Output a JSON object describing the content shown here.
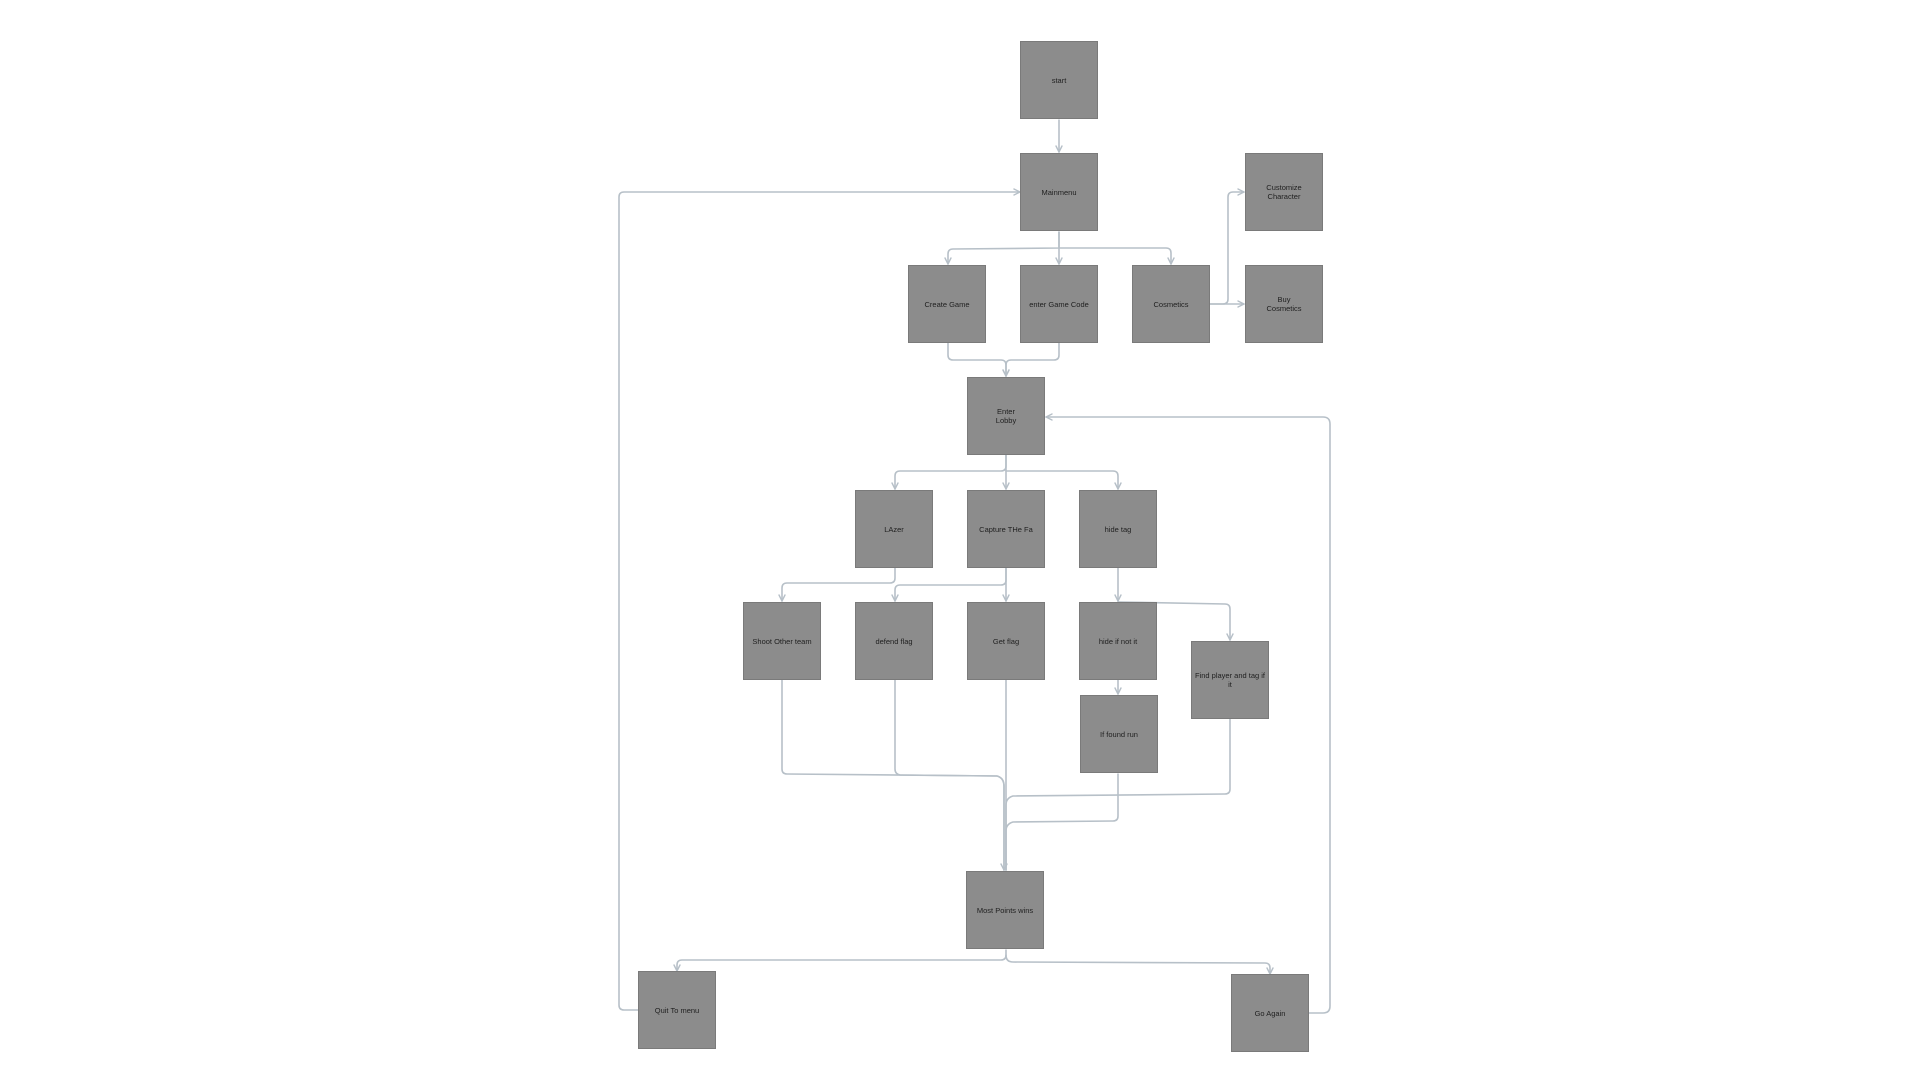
{
  "diagram": {
    "connector_color": "#b7c0c8",
    "node_color": "#8c8c8c",
    "nodes": {
      "start": "start",
      "mainmenu": "Mainmenu",
      "customize_character": "Customize\nCharacter",
      "create_game": "Create Game",
      "enter_game_code": "enter Game Code",
      "cosmetics": "Cosmetics",
      "buy_cosmetics": "Buy\nCosmetics",
      "enter_lobby": "Enter\nLobby",
      "lazer": "LAzer",
      "capture_the_flag": "Capture THe Fa",
      "hide_tag": "hide tag",
      "shoot_other_team": "Shoot Other team",
      "defend_flag": "defend flag",
      "get_flag": "Get flag",
      "hide_if_not_it": "hide if not it",
      "find_player": "Find player and tag if it",
      "if_found_run": "If found run",
      "most_points_wins": "Most Points wins",
      "quit_to_menu": "Quit To menu",
      "go_again": "Go Again"
    }
  }
}
